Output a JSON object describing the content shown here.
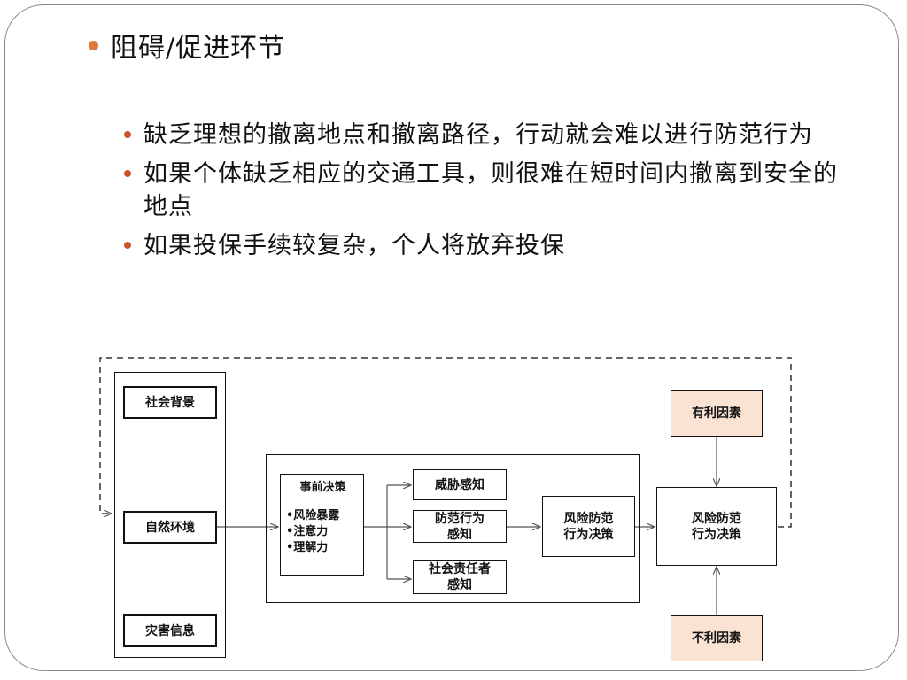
{
  "slide": {
    "title": "阻碍/促进环节",
    "accent_color": "#e07a3c",
    "bullets": [
      "缺乏理想的撤离地点和撤离路径，行动就会难以进行防范行为",
      "如果个体缺乏相应的交通工具，则很难在短时间内撤离到安全的地点",
      "如果投保手续较复杂，个人将放弃投保"
    ]
  },
  "diagram": {
    "left_factors": [
      "社会背景",
      "自然环境",
      "灾害信息"
    ],
    "pre_decision": {
      "title": "事前决策",
      "items": [
        "•风险暴露",
        "•注意力",
        "•理解力"
      ]
    },
    "perceptions": [
      "威胁感知",
      "防范行为\n感知",
      "社会责任者\n感知"
    ],
    "inner_decision": "风险防范\n行为决策",
    "outer_decision": "风险防范\n行为决策",
    "favorable": "有利因素",
    "unfavorable": "不利因素",
    "factor_fill_color": "#fbe3d4"
  }
}
